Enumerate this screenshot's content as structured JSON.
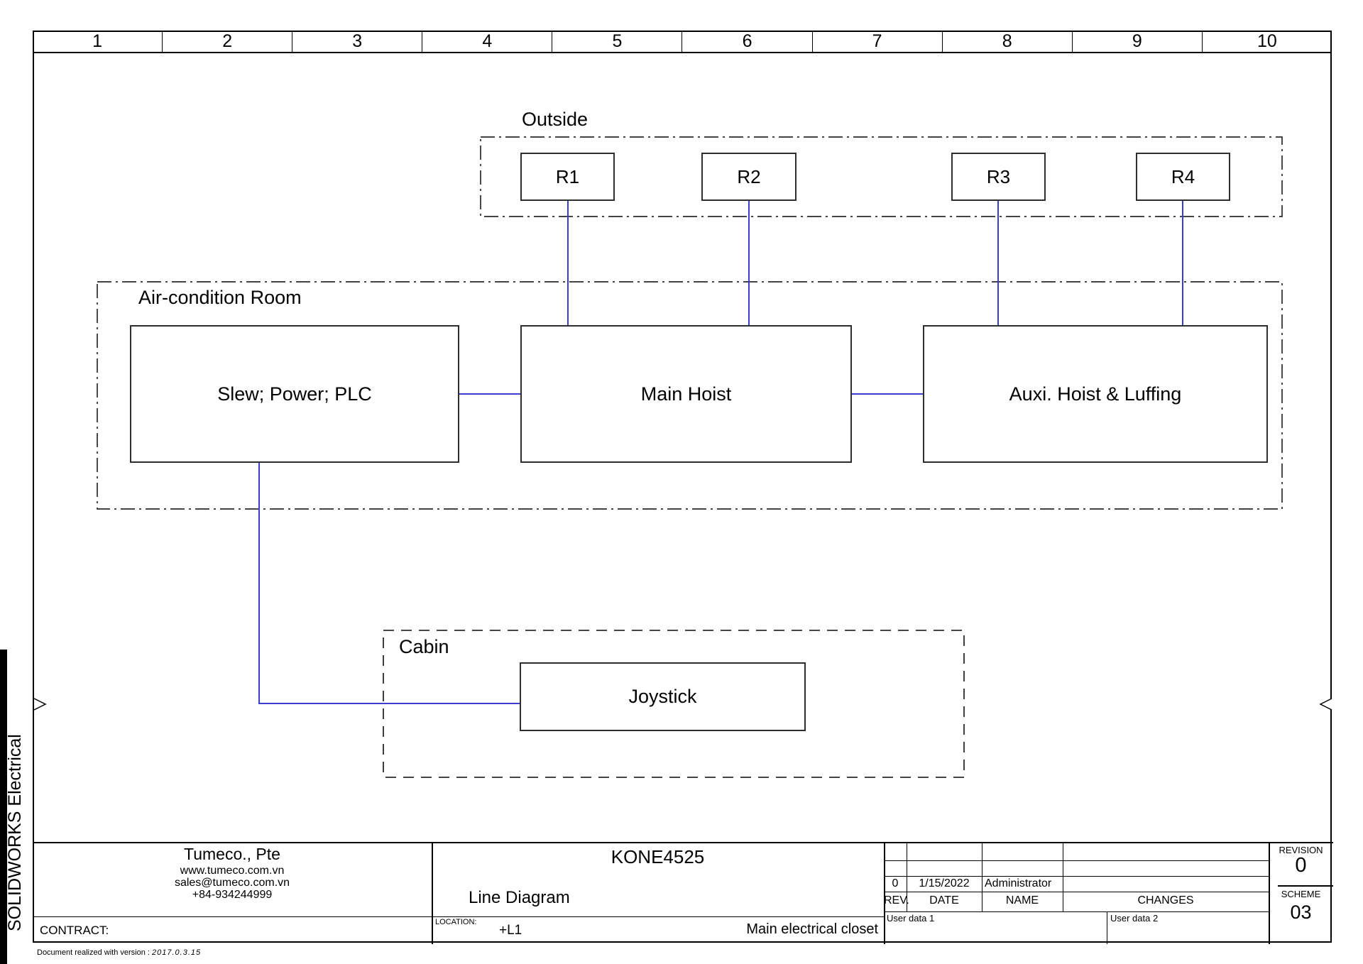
{
  "page": {
    "ruler_cells": [
      "1",
      "2",
      "3",
      "4",
      "5",
      "6",
      "7",
      "8",
      "9",
      "10"
    ],
    "side_label": "SOLIDWORKS Electrical",
    "footer_prefix": "Document realized with version :",
    "footer_version": "2017.0.3.15"
  },
  "colors": {
    "wire": "#3d3dcf",
    "box_border": "#2e2e2e",
    "outline": "#2a2a2a"
  },
  "diagram": {
    "outside": {
      "label": "Outside",
      "units": [
        {
          "label": "R1"
        },
        {
          "label": "R2"
        },
        {
          "label": "R3"
        },
        {
          "label": "R4"
        }
      ]
    },
    "ac_room": {
      "label": "Air-condition Room",
      "units": [
        {
          "label": "Slew; Power; PLC"
        },
        {
          "label": "Main Hoist"
        },
        {
          "label": "Auxi. Hoist & Luffing"
        }
      ]
    },
    "cabin": {
      "label": "Cabin",
      "units": [
        {
          "label": "Joystick"
        }
      ]
    }
  },
  "title_block": {
    "company": {
      "name": "Tumeco., Pte",
      "website": "www.tumeco.com.vn",
      "email": "sales@tumeco.com.vn",
      "phone": "+84-934244999",
      "contract_label": "CONTRACT:"
    },
    "document": {
      "title": "KONE4525",
      "subtitle": "Line Diagram",
      "location_label": "LOCATION:",
      "location_code": "+L1",
      "location_name": "Main electrical closet"
    },
    "revision_table": {
      "headers": [
        "REV.",
        "DATE",
        "NAME",
        "CHANGES"
      ],
      "rows": [
        {
          "rev": "",
          "date": "",
          "name": "",
          "changes": ""
        },
        {
          "rev": "",
          "date": "",
          "name": "",
          "changes": ""
        },
        {
          "rev": "0",
          "date": "1/15/2022",
          "name": "Administrator",
          "changes": ""
        }
      ],
      "user_data_1": "User data 1",
      "user_data_2": "User data 2"
    },
    "revision_box": {
      "revision_label": "REVISION",
      "revision_value": "0",
      "scheme_label": "SCHEME",
      "scheme_value": "03"
    }
  }
}
